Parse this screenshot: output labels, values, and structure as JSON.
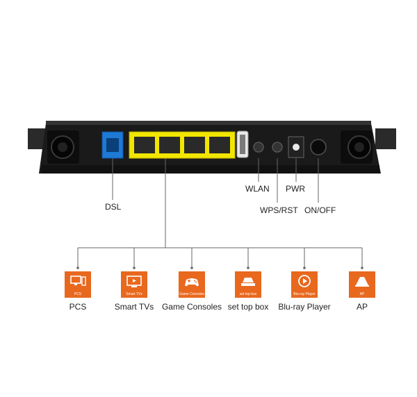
{
  "port_labels": {
    "dsl": "DSL",
    "wlan": "WLAN",
    "wps_rst": "WPS/RST",
    "pwr": "PWR",
    "on_off": "ON/OFF"
  },
  "devices": [
    {
      "label": "PCS",
      "tiny": "PCS",
      "icon": "pc-icon"
    },
    {
      "label": "Smart TVs",
      "tiny": "Smart TVs",
      "icon": "tv-icon"
    },
    {
      "label": "Game Consoles",
      "tiny": "Game Consoles",
      "icon": "gamepad-icon"
    },
    {
      "label": "set top box",
      "tiny": "set top box",
      "icon": "set-top-box-icon"
    },
    {
      "label": "Blu-ray Player",
      "tiny": "Blu-ray Player",
      "icon": "play-icon"
    },
    {
      "label": "AP",
      "tiny": "AP",
      "icon": "access-point-icon"
    }
  ],
  "colors": {
    "accent": "#e8681e",
    "router_body": "#1a1a1a",
    "lan_ports": "#f2e600",
    "dsl_port": "#1e7ad6",
    "line": "#666666"
  }
}
